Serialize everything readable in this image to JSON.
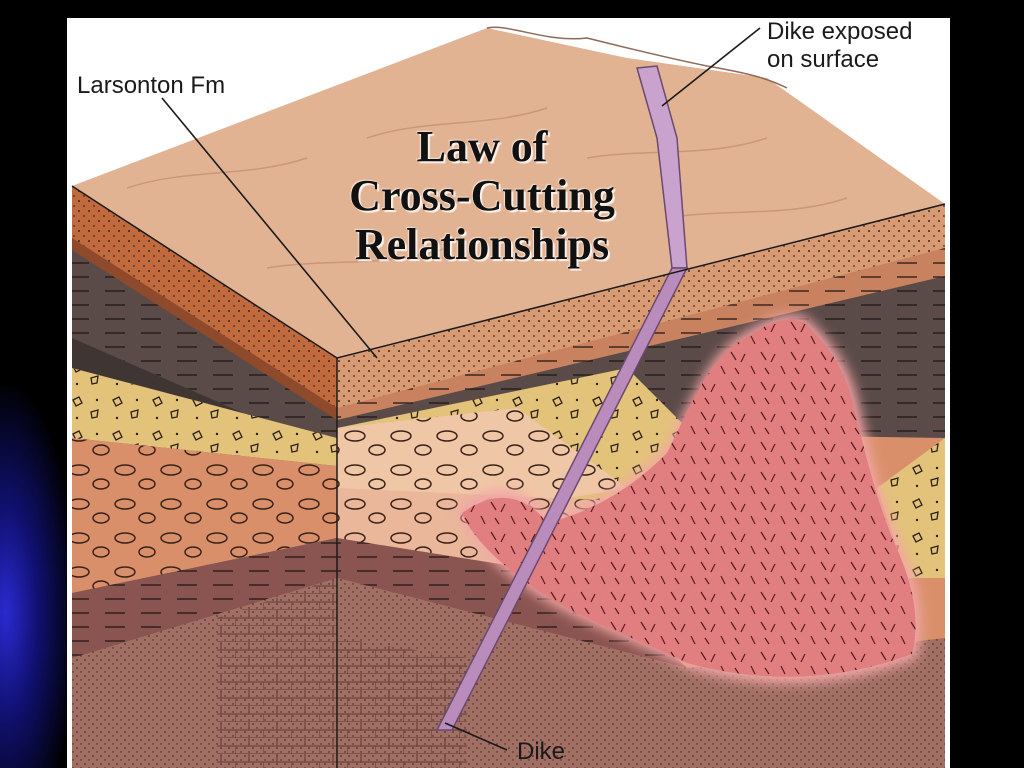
{
  "slide": {
    "title_lines": [
      "Law of",
      "Cross-Cutting",
      "Relationships"
    ]
  },
  "labels": {
    "formation": "Larsonton Fm",
    "dike_surface_line1": "Dike exposed",
    "dike_surface_line2": "on surface",
    "dike": "Dike"
  },
  "colors": {
    "background": "#000000",
    "slide_glow": "#1a1aa8",
    "surface": "#e2b392",
    "sandstone": "#d89a72",
    "shale": "#5a4a48",
    "breccia": "#e3c27a",
    "conglomerate": "#d9906a",
    "limestone": "#a26f64",
    "intrusion": "#e07e80",
    "dike": "#b98cbc"
  }
}
